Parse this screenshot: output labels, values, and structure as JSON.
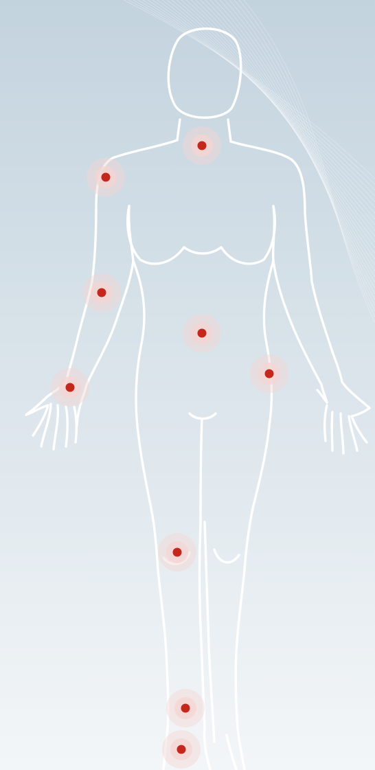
{
  "colors": {
    "background_top": "#c3d3de",
    "background_bottom": "#f3f6f8",
    "outline": "#ffffff",
    "point_core": "#c4281c",
    "point_halo": "#f4d4d2"
  },
  "figure": {
    "icon": "human-body-outline-icon"
  },
  "points": [
    {
      "id": "neck",
      "icon": "pain-point-icon"
    },
    {
      "id": "shoulder",
      "icon": "pain-point-icon"
    },
    {
      "id": "elbow",
      "icon": "pain-point-icon"
    },
    {
      "id": "abdomen",
      "icon": "pain-point-icon"
    },
    {
      "id": "wrist",
      "icon": "pain-point-icon"
    },
    {
      "id": "hip",
      "icon": "pain-point-icon"
    },
    {
      "id": "knee",
      "icon": "pain-point-icon"
    },
    {
      "id": "ankle",
      "icon": "pain-point-icon"
    },
    {
      "id": "foot",
      "icon": "pain-point-icon"
    }
  ]
}
